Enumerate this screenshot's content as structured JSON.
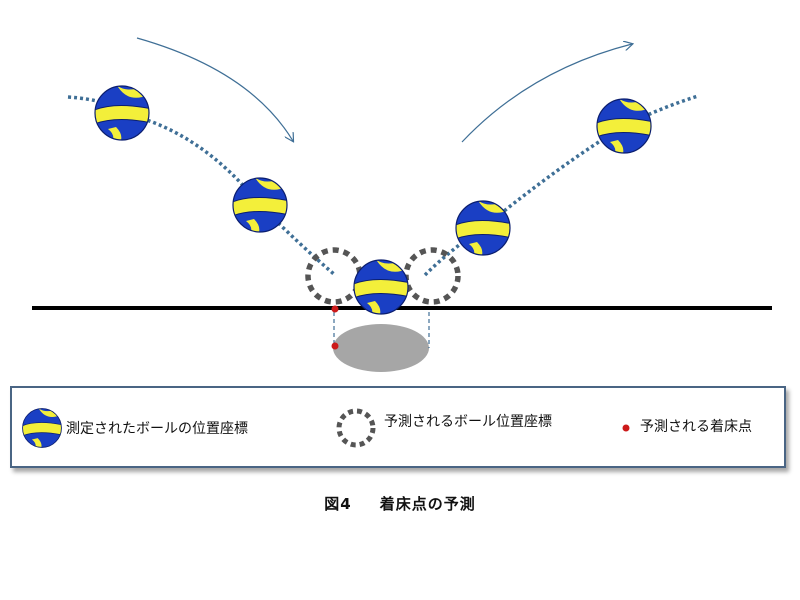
{
  "legend": {
    "measured_label": "測定されたボールの位置座標",
    "predicted_label": "予測されるボール位置座標",
    "landing_label": "予測される着床点"
  },
  "caption": {
    "figure_number": "図4",
    "title": "着床点の予測"
  },
  "colors": {
    "ball_blue": "#1a3fc4",
    "ball_yellow": "#f3ef3a",
    "trajectory": "#3f6f96",
    "floor": "#000000",
    "predicted_ring": "#555555",
    "landing_point": "#cc1a1a",
    "contact_area": "#a6a6a6",
    "legend_border": "#4a6584"
  },
  "icons": {
    "measured": "volleyball-icon",
    "predicted": "dashed-ring-icon",
    "landing": "red-dot-icon"
  }
}
